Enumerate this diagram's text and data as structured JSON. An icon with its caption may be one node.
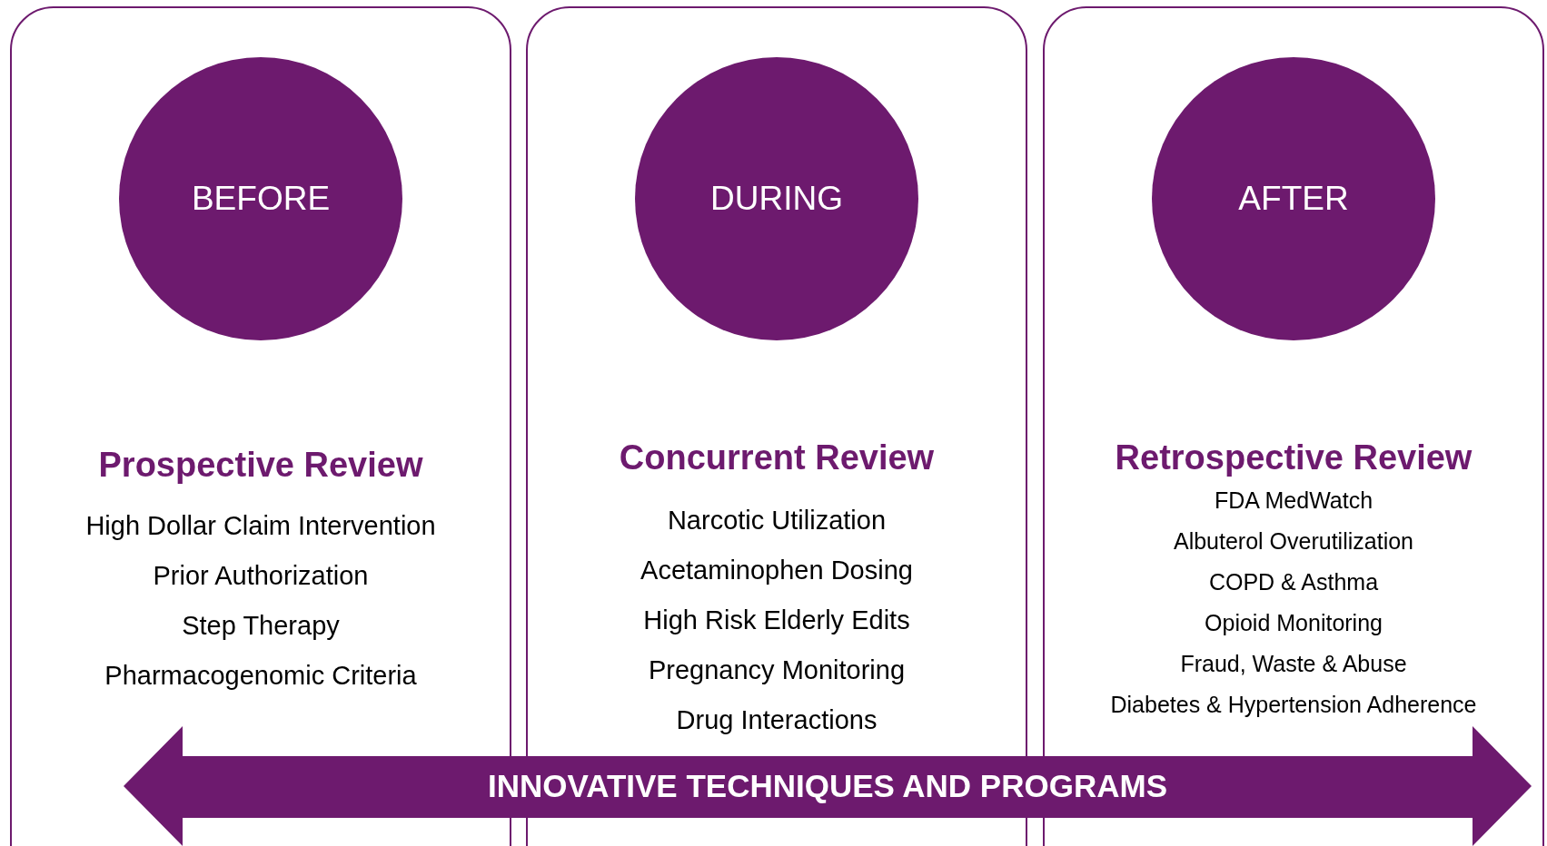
{
  "diagram": {
    "nodes": [
      {
        "text": [
          "Prospective Review",
          "High Dollar Claim Intervention",
          "Prior Authorization",
          "Step Therapy",
          "Pharmacogenomic Criteria"
        ]
      },
      {
        "text": [
          "BEFORE"
        ],
        "in": 0
      },
      {
        "text": [
          "Concurrent Review",
          "Narcotic Utilization",
          "Acetaminophen Dosing",
          "High Risk Elderly Edits",
          "Pregnancy Monitoring",
          "Drug Interactions"
        ]
      },
      {
        "text": [
          "DURING"
        ],
        "in": 2
      },
      {
        "text": [
          "Retrospective Review",
          "FDA MedWatch",
          "Albuterol Overutilization",
          "COPD & Asthma",
          "Opioid Monitoring",
          "Fraud, Waste & Abuse",
          "Diabetes & Hypertension Adherence"
        ]
      },
      {
        "text": [
          "AFTER"
        ],
        "in": 4
      },
      {
        "text": [
          "INNOVATIVE TECHNIQUES AND PROGRAMS"
        ]
      }
    ]
  }
}
